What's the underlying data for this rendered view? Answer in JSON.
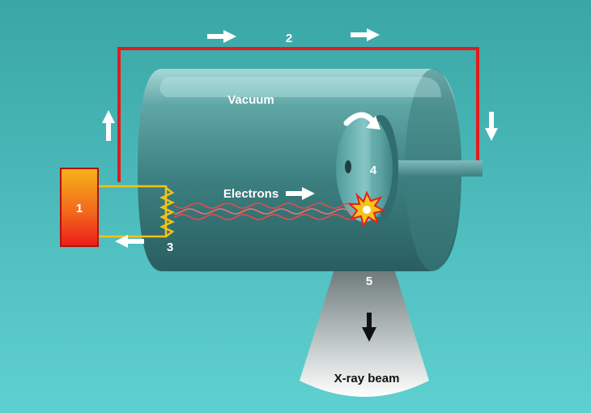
{
  "labels": {
    "vacuum": "Vacuum",
    "electrons": "Electrons",
    "xray_beam": "X-ray beam",
    "n1": "1",
    "n2": "2",
    "n3": "3",
    "n4": "4",
    "n5": "5"
  },
  "colors": {
    "background_top": "#3aa6a6",
    "background_bottom": "#5fd0d0",
    "circuit_wire": "#e21b1b",
    "filament_wire": "#f2c316",
    "power_supply_red": "#ee1c1c",
    "power_supply_orange": "#f6b21a",
    "electron_beam": "#e84a4a",
    "xray_beam": "#ffffff",
    "arrow_white": "#ffffff",
    "arrow_dark": "#111111"
  }
}
